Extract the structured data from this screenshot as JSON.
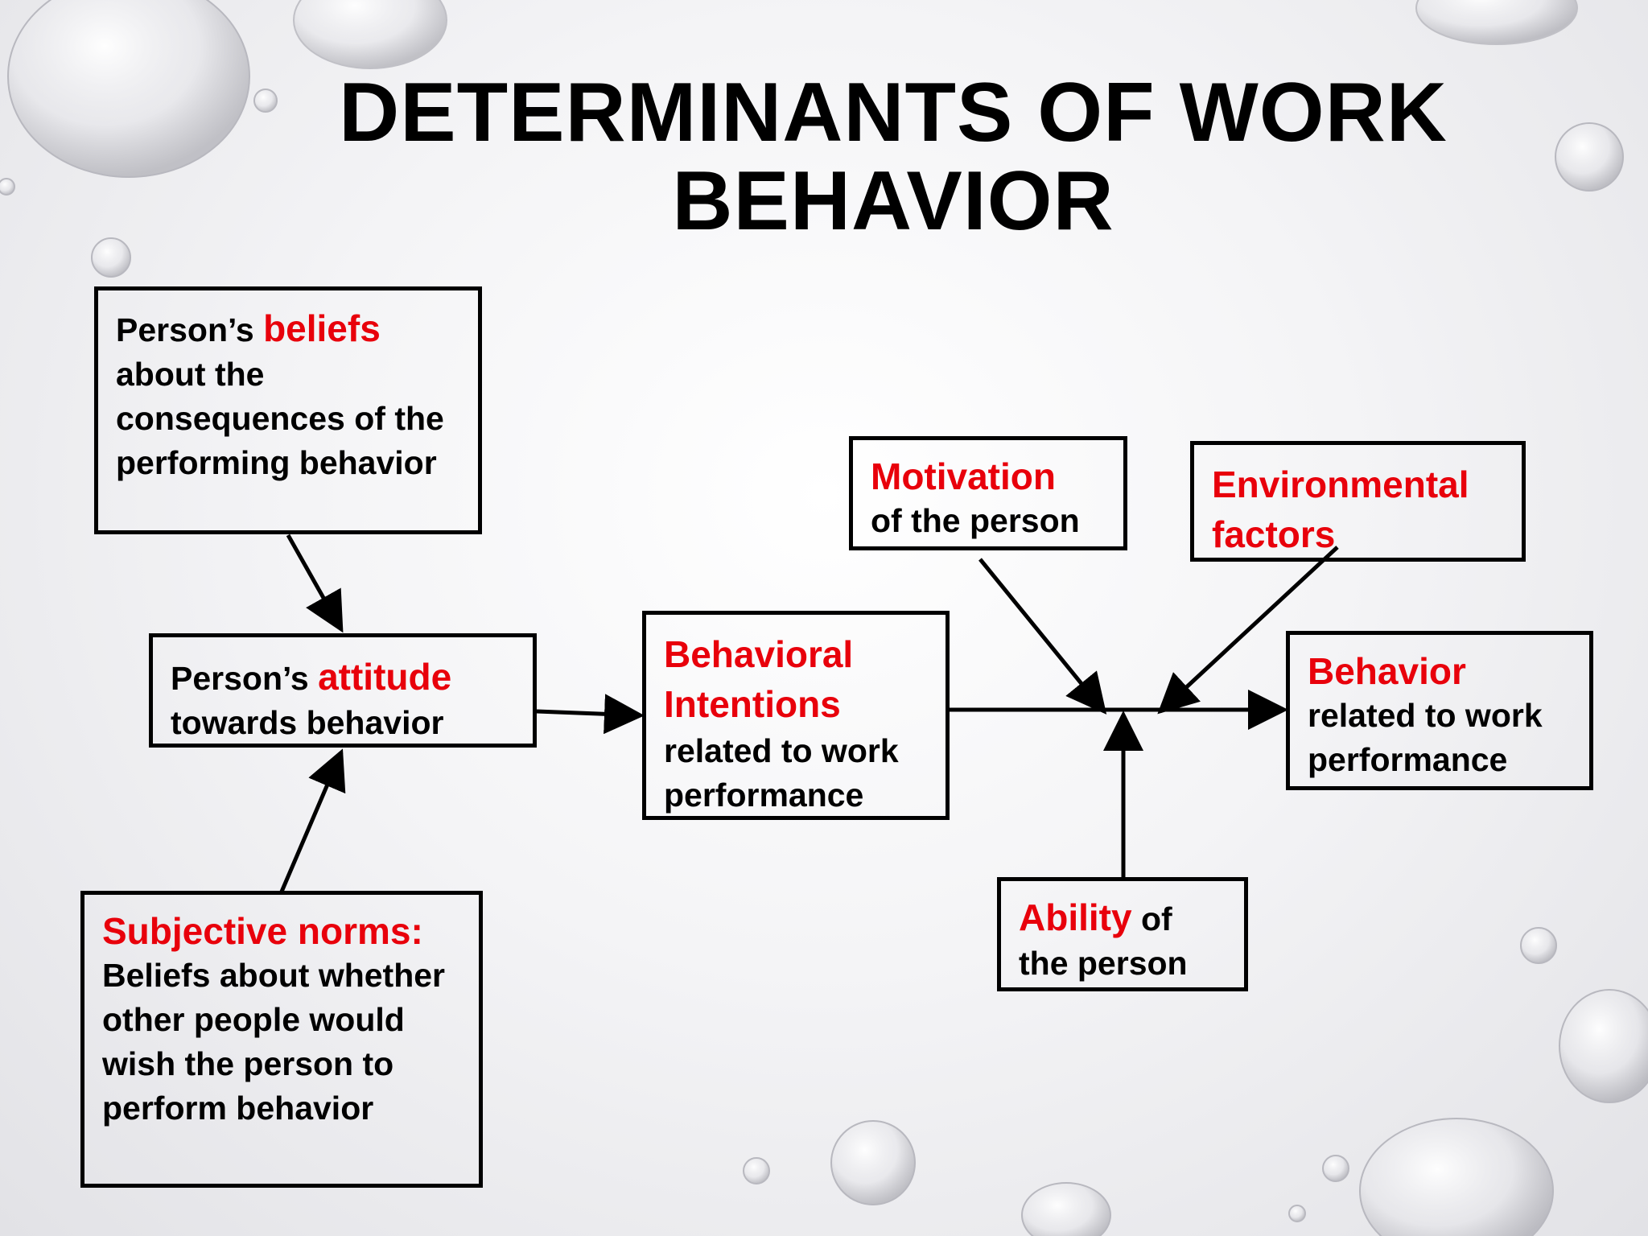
{
  "title": {
    "line1": "DETERMINANTS OF WORK",
    "line2": "BEHAVIOR"
  },
  "nodes": {
    "beliefs": {
      "prefix": "Person’s ",
      "highlight": "beliefs",
      "rest": "about the consequences of the performing behavior"
    },
    "attitude": {
      "prefix": "Person’s ",
      "highlight": "attitude",
      "rest": "towards behavior"
    },
    "subjective_norms": {
      "highlight": "Subjective norms:",
      "rest": "Beliefs about whether other people would wish the person to perform behavior"
    },
    "intentions": {
      "highlight": "Behavioral Intentions",
      "rest": "related to work performance"
    },
    "motivation": {
      "highlight": "Motivation",
      "rest": "of the person"
    },
    "environmental": {
      "highlight": "Environmental factors"
    },
    "ability": {
      "highlight": "Ability",
      "suffix": " of",
      "rest": "the person"
    },
    "behavior": {
      "highlight": "Behavior",
      "rest": "related to work performance"
    }
  },
  "colors": {
    "highlight": "#e8000b",
    "text": "#000000"
  }
}
